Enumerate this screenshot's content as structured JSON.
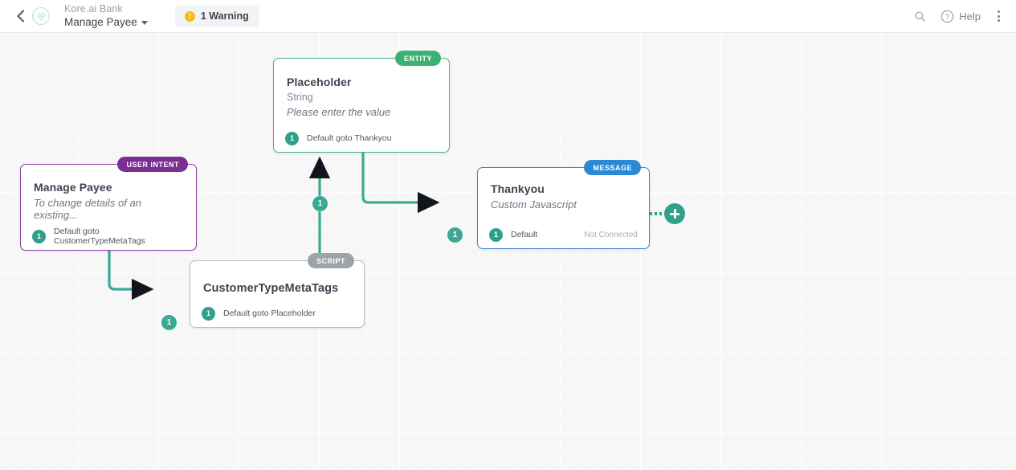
{
  "header": {
    "back_icon": "chevron-left-icon",
    "logo_icon": "kore-brand-icon",
    "bot_name": "Kore.ai Bank",
    "dialog_name": "Manage Payee",
    "warning": {
      "icon": "warning-icon",
      "label": "1 Warning"
    },
    "search_icon": "search-icon",
    "help_icon": "question-circle-icon",
    "help_label": "Help",
    "menu_icon": "kebab-menu-icon"
  },
  "canvas": {
    "nodes": [
      {
        "id": "placeholder",
        "badge": "ENTITY",
        "badge_color": "#3bb273",
        "title": "Placeholder",
        "subtitle": "String",
        "prompt": "Please enter the value",
        "connection": {
          "num": "1",
          "label": "Default goto Thankyou",
          "status": ""
        }
      },
      {
        "id": "manage-payee",
        "badge": "USER INTENT",
        "badge_color": "#7b2e93",
        "title": "Manage Payee",
        "subtitle": "",
        "prompt": "To change details of an existing...",
        "connection": {
          "num": "1",
          "label": "Default goto CustomerTypeMetaTags",
          "status": ""
        }
      },
      {
        "id": "thankyou",
        "badge": "MESSAGE",
        "badge_color": "#2a88d4",
        "title": "Thankyou",
        "subtitle": "",
        "prompt": "Custom Javascript",
        "connection": {
          "num": "1",
          "label": "Default",
          "status": "Not Connected"
        }
      },
      {
        "id": "customertypemetatags",
        "badge": "SCRIPT",
        "badge_color": "#9da3aa",
        "title": "CustomerTypeMetaTags",
        "subtitle": "",
        "prompt": "",
        "connection": {
          "num": "1",
          "label": "Default goto Placeholder",
          "status": ""
        }
      }
    ],
    "edges": [
      {
        "from": "manage-payee",
        "to": "customertypemetatags",
        "num": "1"
      },
      {
        "from": "customertypemetatags",
        "to": "placeholder",
        "num": "1"
      },
      {
        "from": "placeholder",
        "to": "thankyou",
        "num": "1"
      }
    ],
    "add_node_button": {
      "icon": "plus-icon",
      "label": ""
    },
    "edge_color": "#3ba893"
  }
}
